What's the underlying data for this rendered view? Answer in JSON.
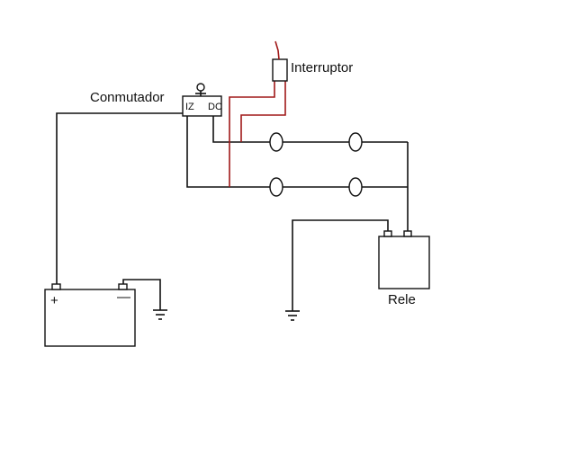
{
  "labels": {
    "conmutador": "Conmutador",
    "interruptor": "Interruptor",
    "rele": "Rele",
    "switch_left": "IZ",
    "switch_right": "DC",
    "battery_plus": "+",
    "battery_minus": "—"
  },
  "colors": {
    "wire": "#111111",
    "control_wire": "#a01818"
  }
}
